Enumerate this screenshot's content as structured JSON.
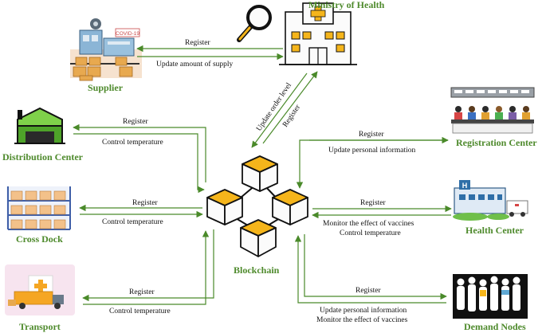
{
  "colors": {
    "arrow": "#4a8a2a",
    "node_label": "#4e8a2c",
    "cube_fill": "#f5b51b",
    "cube_stroke": "#111111"
  },
  "nodes": {
    "ministry": {
      "label": "Ministry of Health",
      "icon": "hospital-icon"
    },
    "supplier": {
      "label": "Supplier",
      "icon": "factory-icon",
      "badge": "COVID-19"
    },
    "distribution": {
      "label": "Distribution Center",
      "icon": "warehouse-icon"
    },
    "cross_dock": {
      "label": "Cross Dock",
      "icon": "shelves-icon"
    },
    "transport": {
      "label": "Transport",
      "icon": "truck-icon"
    },
    "registration": {
      "label": "Registration Center",
      "icon": "registration-desk-icon"
    },
    "health": {
      "label": "Health Center",
      "icon": "clinic-icon"
    },
    "demand": {
      "label": "Demand Nodes",
      "icon": "people-icon"
    },
    "blockchain": {
      "label": "Blockchain",
      "icon": "blockchain-cubes-icon"
    }
  },
  "edges": {
    "supplier_register": "Register",
    "supplier_update": "Update amount of supply",
    "ministry_update_order": "Update order level",
    "ministry_register": "Register",
    "distribution_register": "Register",
    "distribution_control": "Control temperature",
    "cross_dock_register": "Register",
    "cross_dock_control": "Control temperature",
    "transport_register": "Register",
    "transport_control": "Control temperature",
    "registration_register": "Register",
    "registration_update": "Update personal information",
    "health_register": "Register",
    "health_monitor": "Monitor the effect of vaccines",
    "health_control": "Control temperature",
    "demand_register": "Register",
    "demand_update": "Update personal information",
    "demand_monitor": "Monitor the effect of vaccines"
  }
}
